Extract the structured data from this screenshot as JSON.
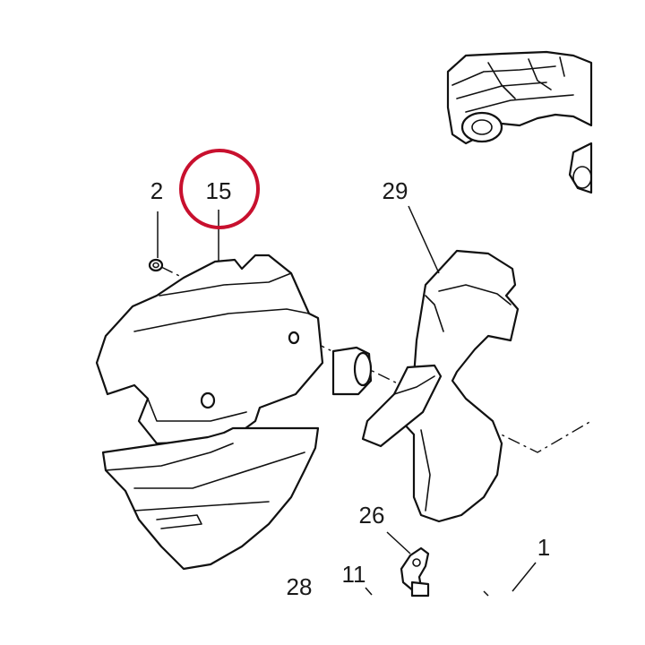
{
  "callouts": {
    "c2": "2",
    "c15": "15",
    "c29": "29",
    "c26": "26",
    "c1": "1",
    "c11": "11",
    "c28": "28"
  },
  "highlight": {
    "target": "15",
    "color": "#c8102e"
  }
}
